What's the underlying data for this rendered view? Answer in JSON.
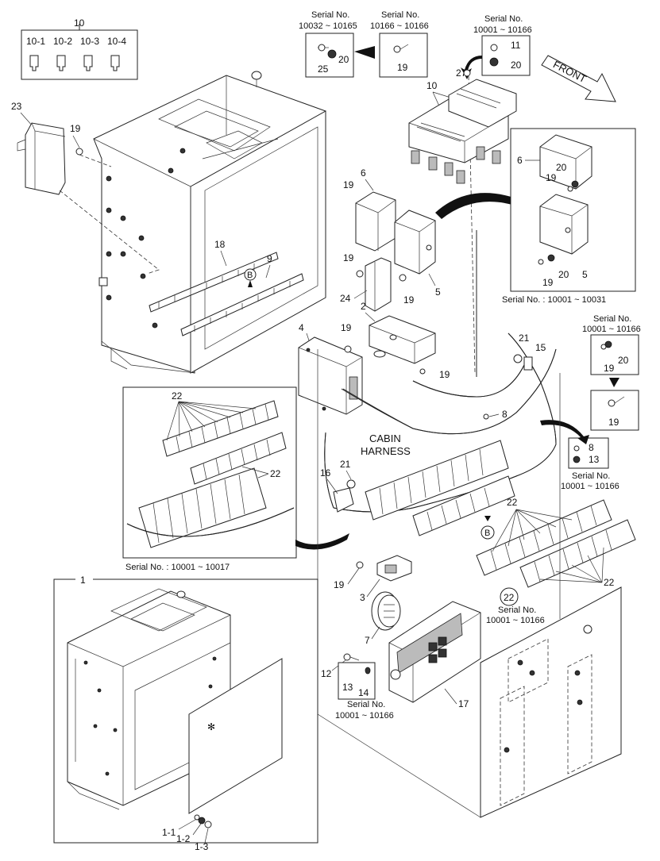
{
  "labels": {
    "l10": "10",
    "l10_1": "10-1",
    "l10_2": "10-2",
    "l10_3": "10-3",
    "l10_4": "10-4",
    "l23": "23",
    "l19a": "19",
    "serial_a_title": "Serial No.",
    "serial_a_range": "10032 ~ 10165",
    "serial_b_title": "Serial No.",
    "serial_b_range": "10166 ~ 10166",
    "serial_c_title": "Serial No.",
    "serial_c_range": "10001 ~ 10166",
    "l20a": "20",
    "l25": "25",
    "l19b": "19",
    "l11": "11",
    "l20b": "20",
    "l27": "27",
    "front": "FRONT",
    "l10b": "10",
    "l6a": "6",
    "l19c": "19",
    "l18": "18",
    "l9": "9",
    "b_marker_a": "B",
    "l19d": "19",
    "l19e": "19",
    "l5a": "5",
    "l24": "24",
    "l6b": "6",
    "l19f": "19",
    "l20c": "20",
    "l19g": "19",
    "l20d": "20",
    "l5b": "5",
    "inset_serial": "Serial No. : 10001 ~ 10031",
    "serial_d_title": "Serial No.",
    "serial_d_range": "10001 ~ 10166",
    "l19h": "19",
    "l20e": "20",
    "l19i": "19",
    "l2": "2",
    "l4": "4",
    "l19j": "19",
    "l19k": "19",
    "l21a": "21",
    "l15": "15",
    "l22a": "22",
    "l22b": "22",
    "l8a": "8",
    "cabin1": "CABIN",
    "cabin2": "HARNESS",
    "l8b": "8",
    "l13a": "13",
    "serial_e_title": "Serial No.",
    "serial_e_range": "10001 ~ 10166",
    "l21b": "21",
    "l16": "16",
    "b_marker_b": "B",
    "l22c": "22",
    "inset2_serial": "Serial No. : 10001 ~ 10017",
    "l1": "1",
    "l19l": "19",
    "l3": "3",
    "l22d": "22",
    "l22e": "22",
    "serial_f_title": "Serial No.",
    "serial_f_range": "10001 ~ 10166",
    "l7": "7",
    "l12": "12",
    "l13b": "13",
    "l14": "14",
    "l17": "17",
    "serial_g_title": "Serial No.",
    "serial_g_range": "10001 ~ 10166",
    "l1_1": "1-1",
    "l1_2": "1-2",
    "l1_3": "1-3"
  }
}
